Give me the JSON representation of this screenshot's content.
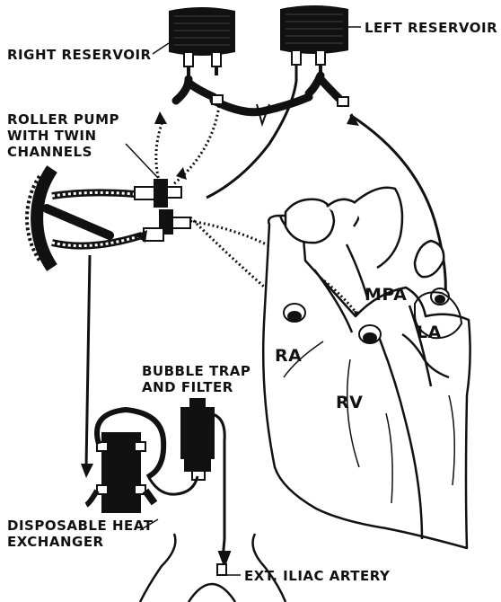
{
  "labels": {
    "right_reservoir": "RIGHT RESERVOIR",
    "left_reservoir": "LEFT RESERVOIR",
    "roller_pump_1": "ROLLER PUMP",
    "roller_pump_2": "WITH TWIN",
    "roller_pump_3": "CHANNELS",
    "mpa": "MPA",
    "ra": "RA",
    "la": "LA",
    "rv": "RV",
    "bubble_trap_1": "BUBBLE TRAP",
    "bubble_trap_2": "AND FILTER",
    "heat_exchanger_1": "DISPOSABLE HEAT",
    "heat_exchanger_2": "EXCHANGER",
    "iliac": "EXT. ILIAC ARTERY"
  },
  "colors": {
    "ink": "#111111",
    "paper": "#ffffff"
  }
}
